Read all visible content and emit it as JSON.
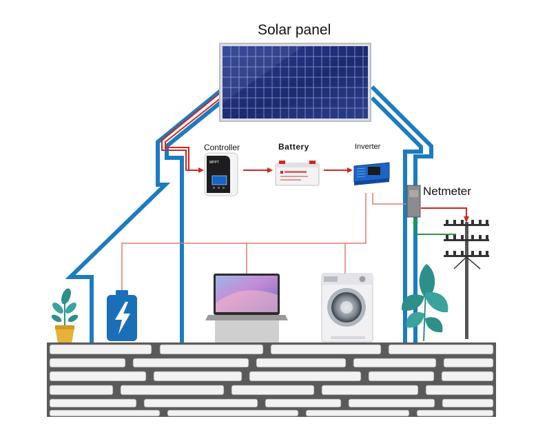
{
  "labels": {
    "solar_panel": "Solar panel",
    "controller": "Controller",
    "battery": "Battery",
    "inverter": "Inverter",
    "netmeter": "Netmeter"
  },
  "device_text": {
    "controller_brand": "MPPT"
  },
  "colors": {
    "house_outline": "#1b7cc0",
    "dc_wire": "#d3241d",
    "ac_wire": "#e0796e",
    "export_arrow": "#d3241d",
    "import_arrow": "#1f9a3b",
    "panel_cell": "#1e2f7e",
    "battery_icon": "#1a6fb7",
    "plant_leaf": "#2d8f8a",
    "pot": "#e6b23a",
    "wall_stone": "#f2f2f2",
    "wall_mortar": "#5a5a5a"
  },
  "icons": [
    "solar-panel-icon",
    "controller-icon",
    "battery-icon",
    "inverter-icon",
    "netmeter-icon",
    "utility-pole-icon",
    "laptop-icon",
    "washing-machine-icon",
    "charging-battery-icon",
    "plant-icon",
    "potted-plant-icon"
  ]
}
